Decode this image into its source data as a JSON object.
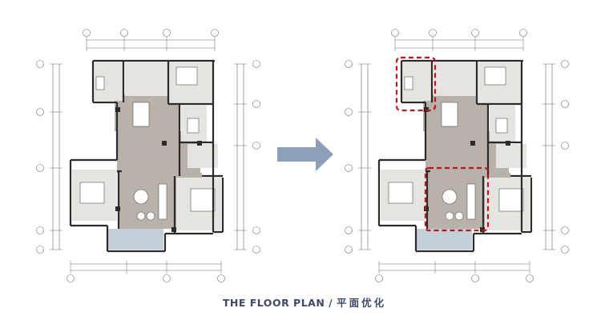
{
  "caption": {
    "title_en": "THE FLOOR PLAN",
    "separator": "/",
    "title_cn": "平面优化"
  },
  "plans": {
    "before": {
      "label": "before-plan"
    },
    "after": {
      "label": "after-plan",
      "highlights": [
        "bathroom-storage-zone",
        "living-room-zone"
      ]
    }
  },
  "arrow": {
    "color": "#8ca0b8"
  },
  "colors": {
    "wall": "#2b2b2b",
    "floor_public": "#b8b2ab",
    "floor_room": "#e6e4e0",
    "balcony": "#c4d0d8",
    "highlight": "#c0141c",
    "dim_line": "#6a6a6a"
  }
}
